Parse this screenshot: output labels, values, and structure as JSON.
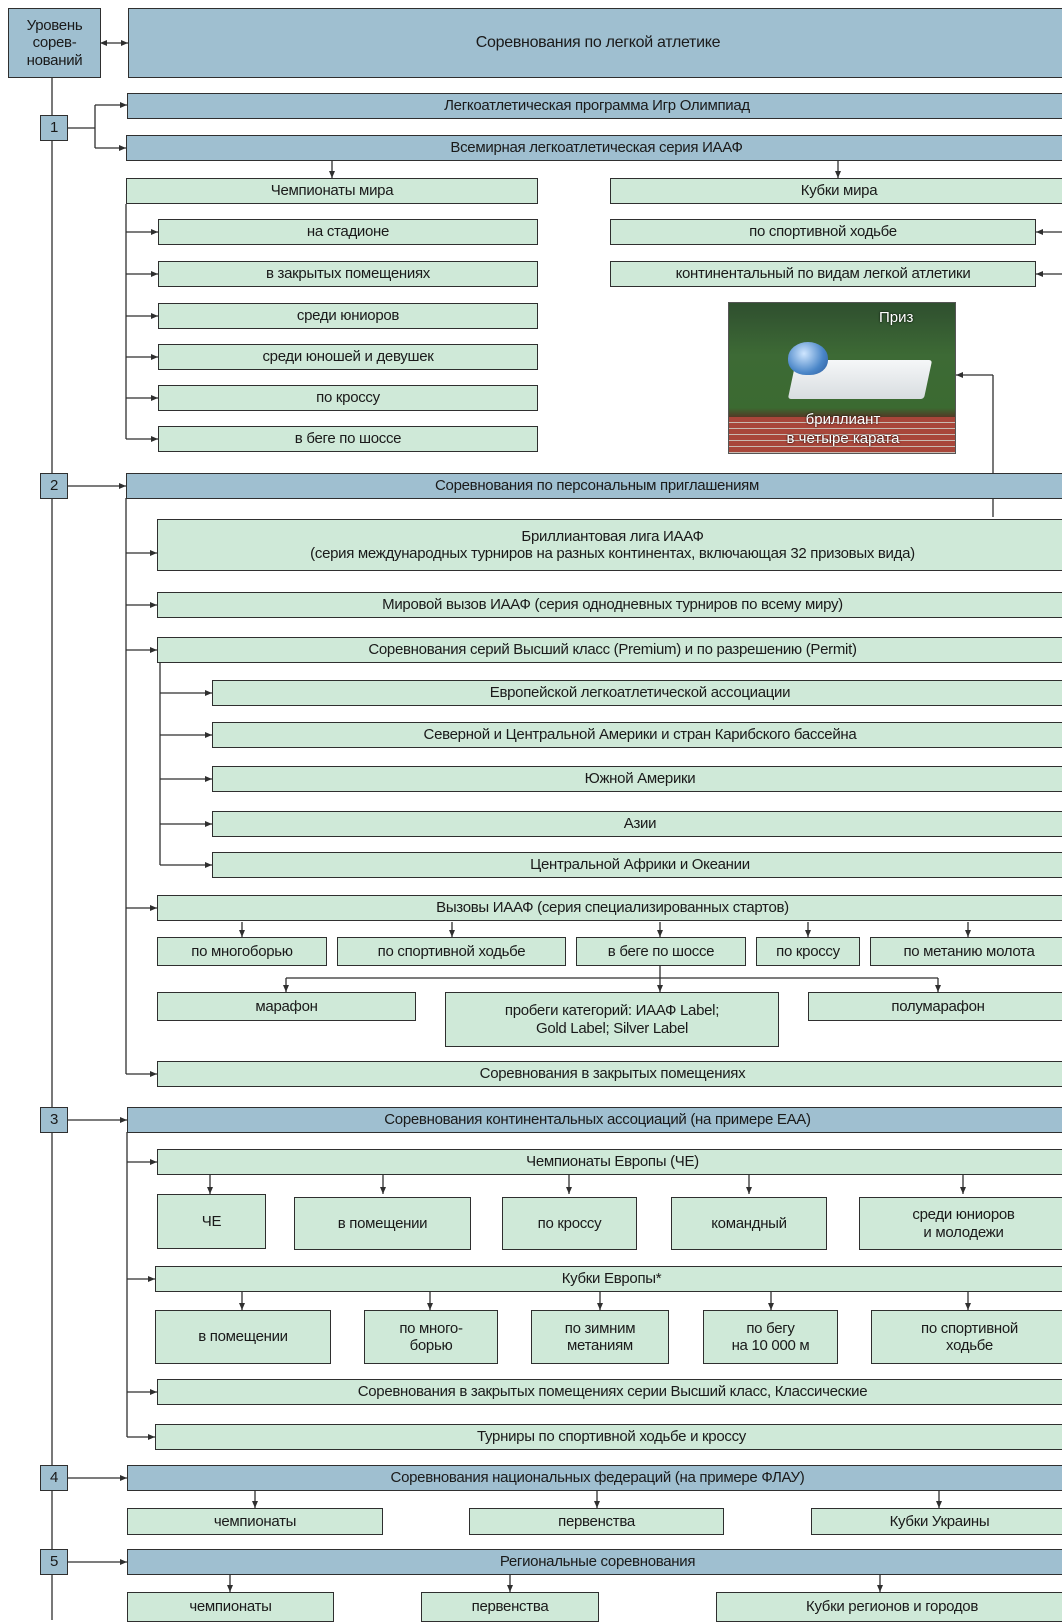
{
  "colors": {
    "header_blue": "#9fbfd0",
    "item_green": "#cfe9d8",
    "line": "#2f2f2f"
  },
  "level_header": "Уровень\nсорев-\nнований",
  "main_title": "Соревнования по легкой атлетике",
  "levels": [
    "1",
    "2",
    "3",
    "4",
    "5"
  ],
  "l1": {
    "olympic": "Легкоатлетическая программа Игр Олимпиад",
    "series": "Всемирная легкоатлетическая серия ИААФ",
    "wc_title": "Чемпионаты мира",
    "wc_items": [
      "на стадионе",
      "в закрытых помещениях",
      "среди юниоров",
      "среди юношей и девушек",
      "по кроссу",
      "в беге по шоссе"
    ],
    "cups_title": "Кубки мира",
    "cups_items": [
      "по спортивной ходьбе",
      "континентальный по видам  легкой атлетики"
    ],
    "prize_label": "Приз",
    "prize_caption": "бриллиант\nв четыре карата"
  },
  "l2": {
    "title": "Соревнования по персональным приглашениям",
    "diamond": "Бриллиантовая лига ИААФ\n(серия международных турниров на разных континентах, включающая 32 призовых вида)",
    "challenge": "Мировой вызов ИААФ (серия однодневных турниров по всему миру)",
    "premium": "Соревнования серий Высший класс (Premium) и по разрешению (Permit)",
    "premium_items": [
      "Европейской легкоатлетической ассоциации",
      "Северной и Центральной Америки и стран Карибского бассейна",
      "Южной Америки",
      "Азии",
      "Центральной Африки и Океании"
    ],
    "calls": "Вызовы ИААФ (серия специализированных стартов)",
    "calls_items": [
      "по многоборью",
      "по спортивной ходьбе",
      "в беге по шоссе",
      "по кроссу",
      "по метанию молота"
    ],
    "road_items": [
      "марафон",
      "пробеги категорий: ИААФ Label;\nGold Label; Silver Label",
      "полумарафон"
    ],
    "indoor": "Соревнования в закрытых помещениях"
  },
  "l3": {
    "title": "Соревнования континентальных ассоциаций (на примере ЕАА)",
    "euro_champ": "Чемпионаты Европы (ЧЕ)",
    "euro_champ_items": [
      "ЧЕ",
      "в помещении",
      "по кроссу",
      "командный",
      "среди юниоров\nи молодежи"
    ],
    "euro_cups": "Кубки Европы*",
    "euro_cups_items": [
      "в помещении",
      "по много-\nборью",
      "по зимним\nметаниям",
      "по бегу\nна 10 000 м",
      "по спортивной\nходьбе"
    ],
    "indoor_premium": "Соревнования в закрытых помещениях серии Высший класс, Классические",
    "walk_cross": "Турниры по спортивной ходьбе и кроссу"
  },
  "l4": {
    "title": "Соревнования национальных федераций (на примере ФЛАУ)",
    "items": [
      "чемпионаты",
      "первенства",
      "Кубки Украины"
    ]
  },
  "l5": {
    "title": "Региональные соревнования",
    "items": [
      "чемпионаты",
      "первенства",
      "Кубки регионов и городов"
    ]
  }
}
